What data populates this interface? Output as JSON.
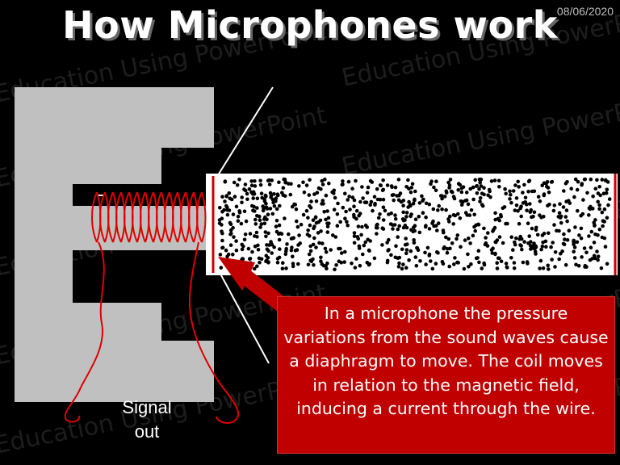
{
  "slide": {
    "title": "How Microphones work",
    "date": "08/06/2020",
    "watermark": "Education Using PowerPoint",
    "signal_label_line1": "Signal",
    "signal_label_line2": "out",
    "caption": "In a microphone the pressure variations from the sound waves cause a diaphragm to move.  The coil moves in relation to the magnetic field, inducing a current through the wire."
  },
  "colors": {
    "background": "#000000",
    "magnet": "#c0c0c0",
    "coil": "#e00000",
    "caption_box": "#c00000",
    "particles": "#000000",
    "tube": "#ffffff",
    "title": "#ffffff"
  },
  "icons": {
    "arrow": "red-arrow-pointer",
    "particles": "air-particle-dots"
  }
}
